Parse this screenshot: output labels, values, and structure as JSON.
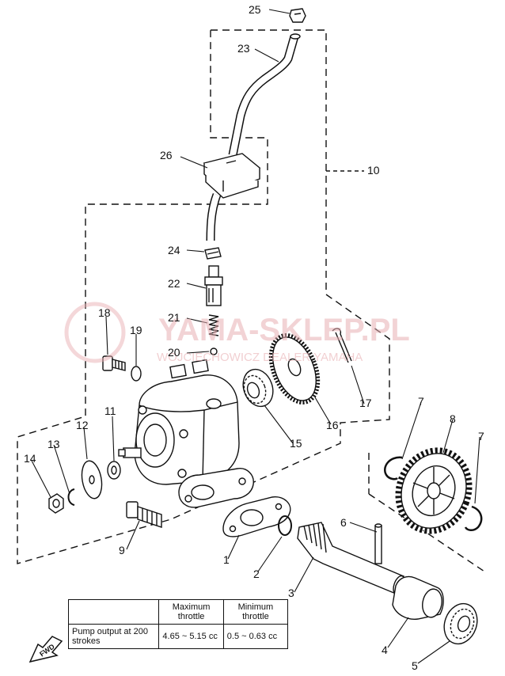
{
  "watermark": {
    "brand": "YAMA-SKLEP.PL",
    "tagline": "WOJCIECHOWICZ DEALER YAMAHA"
  },
  "part_numbers": [
    "25",
    "23",
    "26",
    "10",
    "24",
    "22",
    "21",
    "20",
    "18",
    "19",
    "16",
    "17",
    "15",
    "11",
    "12",
    "13",
    "14",
    "7",
    "8",
    "6",
    "9",
    "1",
    "2",
    "3",
    "4",
    "5"
  ],
  "spec_table": {
    "headers": [
      "",
      "Maximum throttle",
      "Minimum throttle"
    ],
    "row_label": "Pump output at 200 strokes",
    "max_value": "4.65 ~ 5.15 cc",
    "min_value": "0.5 ~ 0.63 cc"
  },
  "fwd_label": "FWD"
}
